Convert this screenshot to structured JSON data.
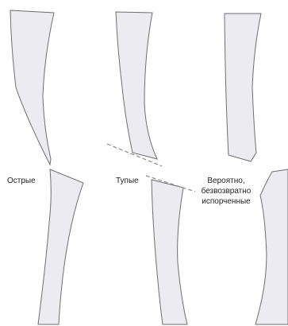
{
  "labels": {
    "sharp": "Острые",
    "dull": "Тупые",
    "ruined_line1": "Вероятно,",
    "ruined_line2": "безвозвратно",
    "ruined_line3": "испорченные"
  },
  "colors": {
    "blade_fill": "#ecebf1",
    "blade_outline": "#6e6e72",
    "guide_line": "#8c8c8c"
  }
}
